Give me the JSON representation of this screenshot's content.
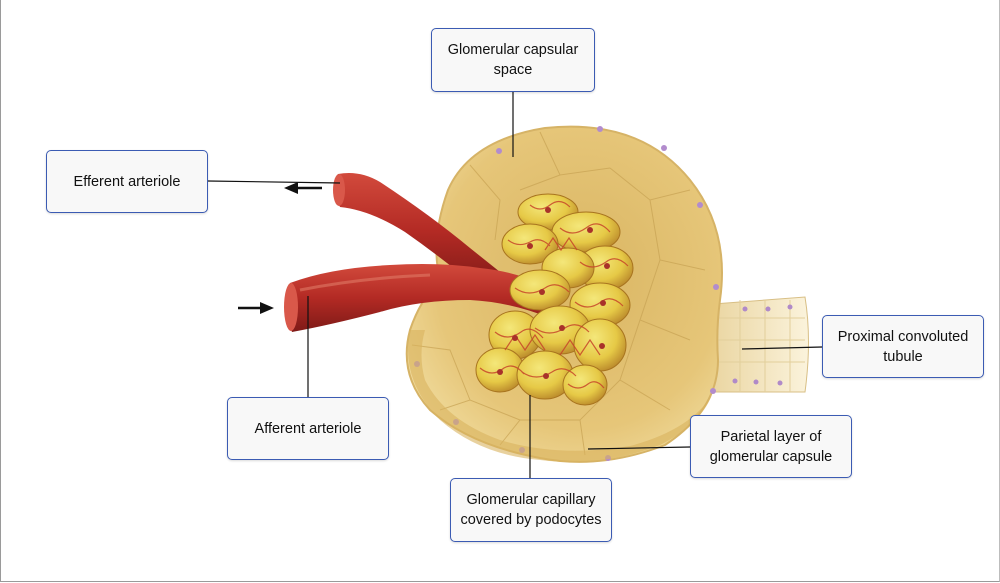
{
  "labels": {
    "capsular_space": "Glomerular capsular\nspace",
    "efferent": "Efferent arteriole",
    "afferent": "Afferent arteriole",
    "pct": "Proximal convoluted\ntubule",
    "parietal": "Parietal layer of\nglomerular capsule",
    "capillary": "Glomerular capillary\ncovered by podocytes"
  },
  "colors": {
    "capsule": "#e9c97c",
    "capsule_inner": "#c9a04b",
    "vessel": "#b8302a",
    "glomerulus": "#e8d24a",
    "podocyte_red": "#c84a2c",
    "label_border": "#3b5bb3"
  }
}
